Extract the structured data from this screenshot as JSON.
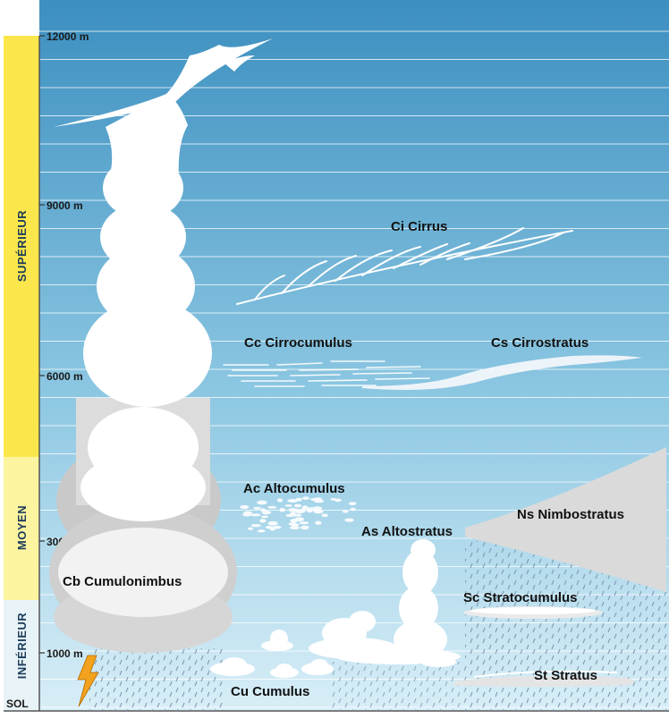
{
  "bands": {
    "superieur": "SUPÉRIEUR",
    "moyen": "MOYEN",
    "inferieur": "INFÉRIEUR",
    "sol": "SOL",
    "colors": {
      "superieur": "#fbe74b",
      "moyen": "#fdf4a0",
      "inferieur": "#e8f3f8"
    }
  },
  "altitudes": {
    "a12000": "12000 m",
    "a9000": "9000 m",
    "a6000": "6000 m",
    "a3000": "3000 m",
    "a1000": "1000 m"
  },
  "clouds": {
    "ci": "Ci Cirrus",
    "cc": "Cc Cirrocumulus",
    "cs": "Cs Cirrostratus",
    "ac": "Ac Altocumulus",
    "as": "As Altostratus",
    "ns": "Ns Nimbostratus",
    "sc": "Sc Stratocumulus",
    "st": "St Stratus",
    "cu": "Cu Cumulus",
    "cb": "Cb Cumulonimbus"
  },
  "colors": {
    "sky_top": "#3c8fc0",
    "sky_bottom": "#d6edf6",
    "cloud": "#ffffff",
    "cloud_grey": "#d4d4d4",
    "rain": "#7c99ae",
    "lightning": "#f2a21c"
  },
  "icons": [
    "lightning-icon",
    "rain-icon"
  ]
}
